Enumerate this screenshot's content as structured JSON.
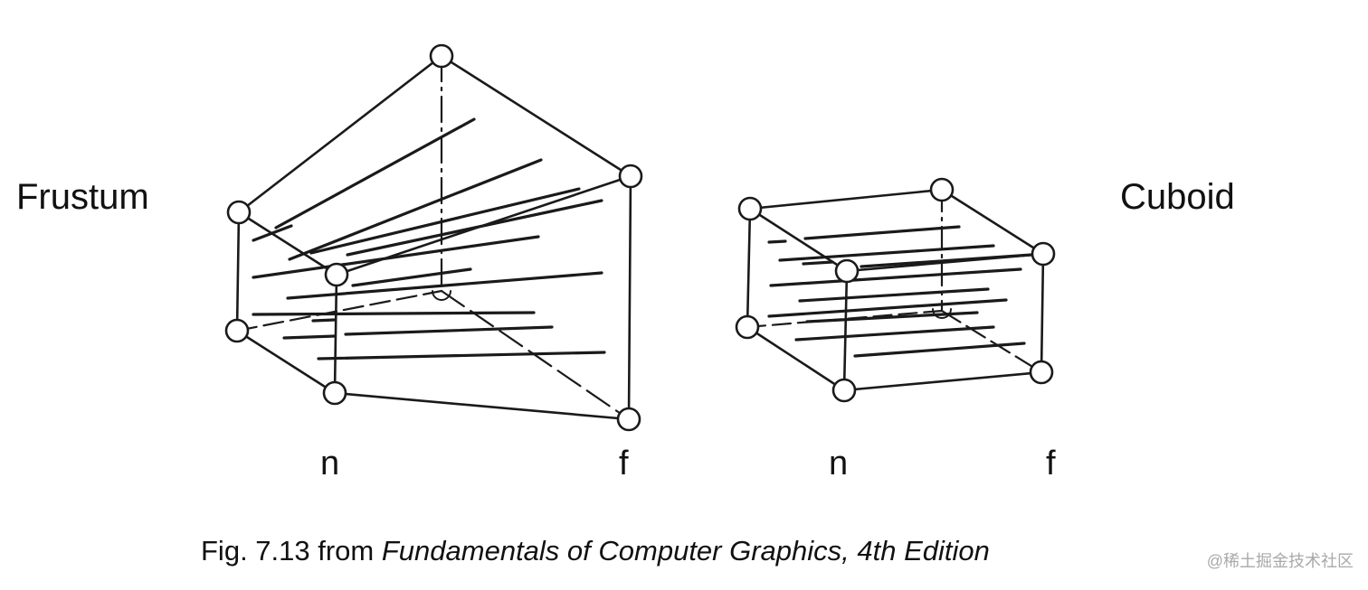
{
  "labels": {
    "frustum": "Frustum",
    "cuboid": "Cuboid",
    "frustum_near": "n",
    "frustum_far": "f",
    "cuboid_near": "n",
    "cuboid_far": "f"
  },
  "caption": {
    "prefix": "Fig. 7.13 from ",
    "book_title": "Fundamentals of Computer Graphics, 4th Edition"
  },
  "watermark": "@稀土掘金技术社区",
  "colors": {
    "line": "#1a1a1a",
    "vertex_fill": "#ffffff",
    "watermark": "#a9a9a9"
  }
}
